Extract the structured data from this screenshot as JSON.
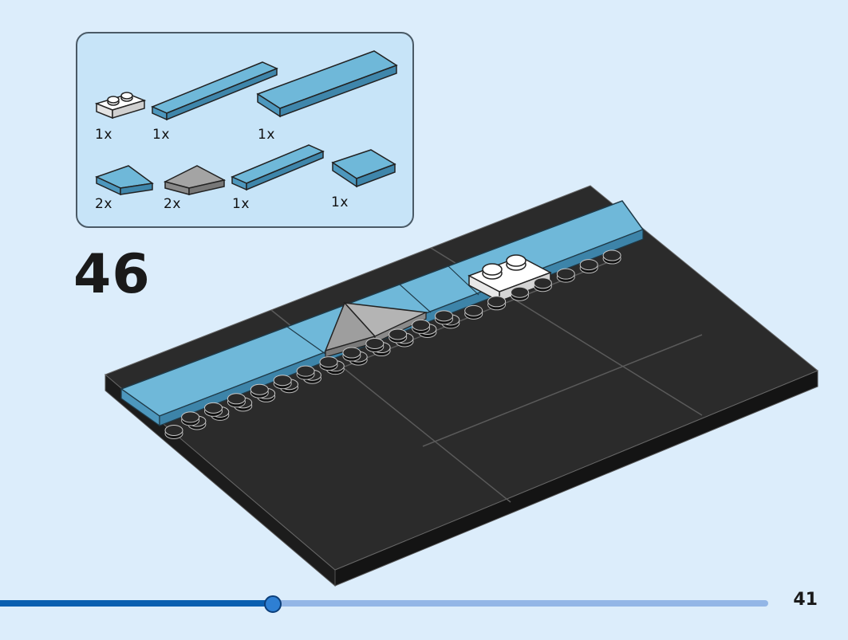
{
  "parts": [
    {
      "name": "white-plate-1x2",
      "qty": "1x"
    },
    {
      "name": "blue-tile-1x6",
      "qty": "1x"
    },
    {
      "name": "blue-tile-2x6",
      "qty": "1x"
    },
    {
      "name": "blue-wedge-tile",
      "qty": "2x"
    },
    {
      "name": "gray-wedge-tile",
      "qty": "2x"
    },
    {
      "name": "blue-tile-1x4",
      "qty": "1x"
    },
    {
      "name": "blue-tile-2x2",
      "qty": "1x"
    }
  ],
  "step": "46",
  "page": "41",
  "progress": 0.355,
  "colors": {
    "background": "#dcedfb",
    "parts_box": "#c7e4f8",
    "tile_blue": "#6fb8d9",
    "baseplate_black": "#222222",
    "progress_fill": "#0a5fb0",
    "progress_track": "#93b6e6"
  }
}
